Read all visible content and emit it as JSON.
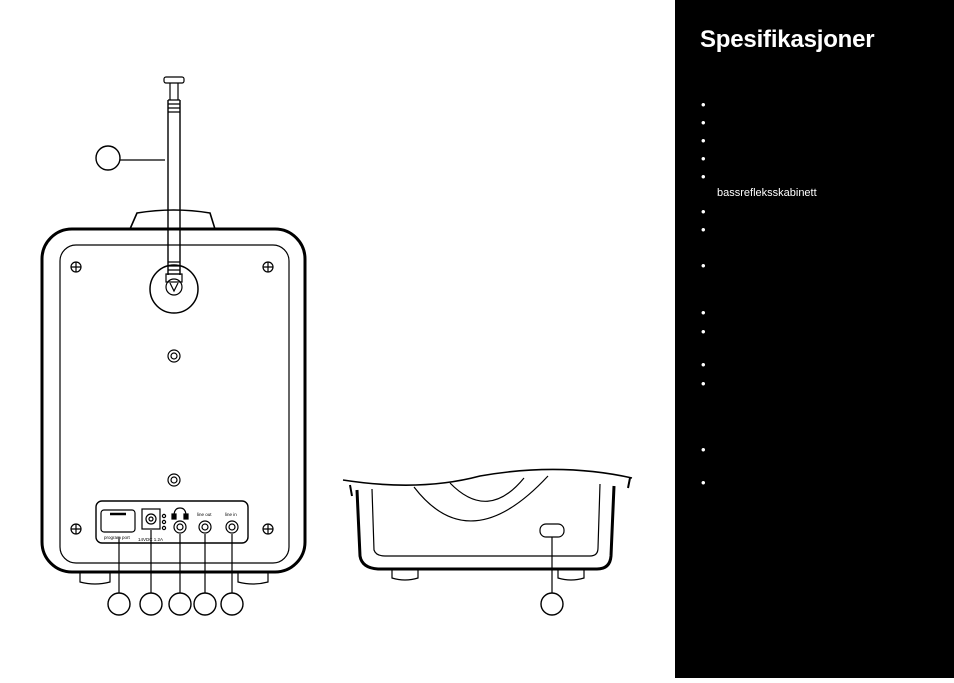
{
  "panel": {
    "title": "Spesifikasjoner",
    "bullets": [
      "•",
      "•",
      "•",
      "•",
      "•",
      "•",
      "•",
      "•",
      "•",
      "•",
      "•",
      "•",
      "•",
      "•"
    ],
    "notes": [
      "bassrefleksskabinett"
    ]
  },
  "diagram": {
    "port_labels": {
      "program_port": "program port",
      "dc_rating": "14VDC 1.2A",
      "line_out": "line out",
      "line_in": "line in"
    },
    "callout_count": 7
  },
  "colors": {
    "panel_bg": "#000000",
    "panel_text": "#ffffff",
    "line": "#000000"
  },
  "icons": [
    "headphone-icon",
    "screw-icon",
    "antenna-icon"
  ]
}
